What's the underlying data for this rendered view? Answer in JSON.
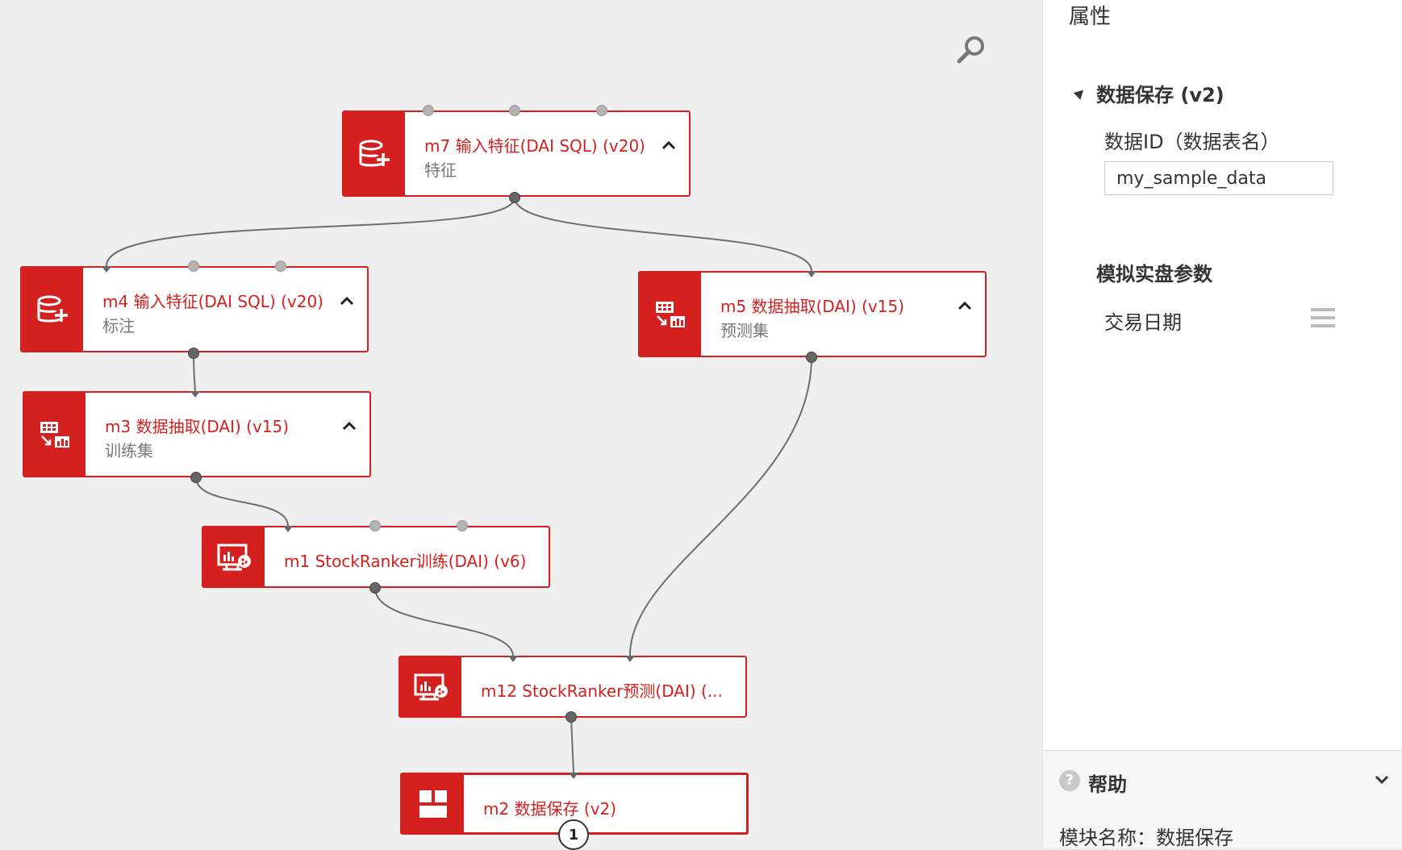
{
  "nodes": {
    "m7": {
      "title": "m7 输入特征(DAI SQL) (v20)",
      "subtitle": "特征",
      "icon": "database-plus-icon"
    },
    "m4": {
      "title": "m4 输入特征(DAI SQL) (v20)",
      "subtitle": "标注",
      "icon": "database-plus-icon"
    },
    "m5": {
      "title": "m5 数据抽取(DAI) (v15)",
      "subtitle": "预测集",
      "icon": "data-extract-icon"
    },
    "m3": {
      "title": "m3 数据抽取(DAI) (v15)",
      "subtitle": "训练集",
      "icon": "data-extract-icon"
    },
    "m1": {
      "title": "m1 StockRanker训练(DAI) (v6)",
      "icon": "model-train-icon"
    },
    "m12": {
      "title": "m12 StockRanker预测(DAI) (...",
      "icon": "model-predict-icon"
    },
    "m2": {
      "title": "m2 数据保存 (v2)",
      "icon": "grid-save-icon",
      "badge": "1"
    }
  },
  "panel": {
    "title": "属性",
    "section": "数据保存 (v2)",
    "data_id_label": "数据ID（数据表名）",
    "data_id_value": "my_sample_data",
    "sim_header": "模拟实盘参数",
    "trade_date_label": "交易日期"
  },
  "help": {
    "title": "帮助",
    "module_name": "模块名称：数据保存"
  },
  "colors": {
    "accent": "#d4201f",
    "edge": "#666666"
  }
}
